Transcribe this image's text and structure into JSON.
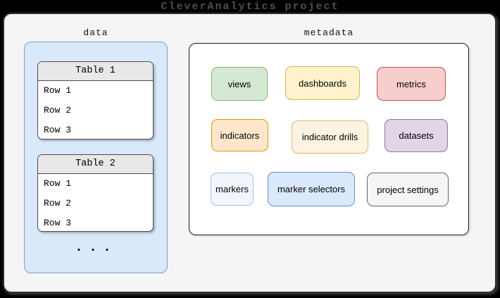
{
  "window": {
    "title": "CleverAnalytics project"
  },
  "colors": {
    "canvas_bg": "#000000",
    "board_bg": "#f5f5f5",
    "data_panel_fill": "#dae8fc",
    "data_panel_border": "#7e9dc8",
    "table_header_fill": "#e8e8e8",
    "table_border": "#4d4d4d",
    "metadata_panel_fill": "#ffffff",
    "metadata_panel_border": "#1a1a1a"
  },
  "data_panel": {
    "label": "data",
    "tables": [
      {
        "title": "Table 1",
        "rows": [
          "Row 1",
          "Row 2",
          "Row 3"
        ]
      },
      {
        "title": "Table 2",
        "rows": [
          "Row 1",
          "Row 2",
          "Row 3"
        ]
      }
    ],
    "ellipsis": "..."
  },
  "metadata_panel": {
    "label": "metadata",
    "boxes": [
      {
        "id": "views",
        "label": "views",
        "fill": "#d5e8d4",
        "border": "#82b366"
      },
      {
        "id": "dashboards",
        "label": "dashboards",
        "fill": "#fff2cc",
        "border": "#d6b656"
      },
      {
        "id": "metrics",
        "label": "metrics",
        "fill": "#f8cecc",
        "border": "#b85450"
      },
      {
        "id": "indicators",
        "label": "indicators",
        "fill": "#ffe6cc",
        "border": "#d79b00"
      },
      {
        "id": "indicator-drills",
        "label": "indicator drills",
        "fill": "#fdf3e2",
        "border": "#ddba66"
      },
      {
        "id": "datasets",
        "label": "datasets",
        "fill": "#e1d5e7",
        "border": "#9673a6"
      },
      {
        "id": "markers",
        "label": "markers",
        "fill": "#f1f6fd",
        "border": "#a6bfe6"
      },
      {
        "id": "marker-selectors",
        "label": "marker selectors",
        "fill": "#dae8fc",
        "border": "#6c8ebf"
      },
      {
        "id": "project-settings",
        "label": "project settings",
        "fill": "#f5f5f5",
        "border": "#666666"
      }
    ]
  }
}
